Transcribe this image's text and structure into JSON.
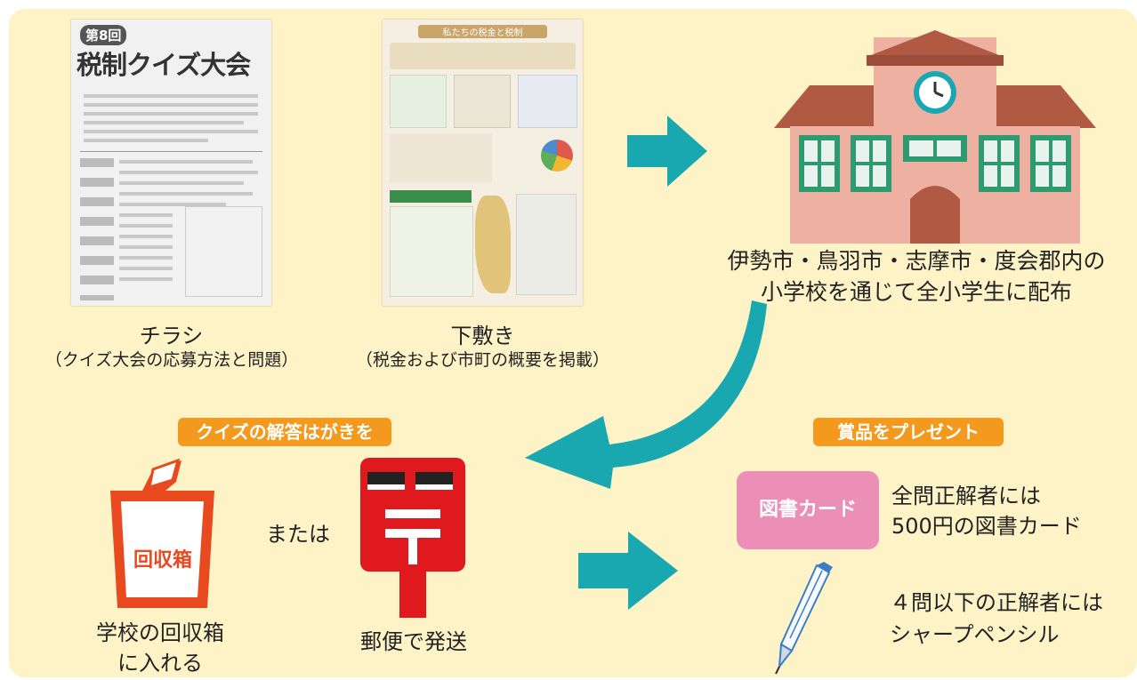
{
  "flyer": {
    "number_badge": "第8回",
    "title": "税制クイズ大会",
    "caption": "チラシ",
    "subcaption": "（クイズ大会の応募方法と問題）"
  },
  "shitajiki": {
    "title": "私たちの税金と税制",
    "caption": "下敷き",
    "subcaption": "（税金および市町の概要を掲載）"
  },
  "school": {
    "caption_line1": "伊勢市・鳥羽市・志摩市・度会郡内の",
    "caption_line2": "小学校を通じて全小学生に配布"
  },
  "answer_section": {
    "badge": "クイズの解答はがきを",
    "box_label": "回収箱",
    "box_caption_line1": "学校の回収箱",
    "box_caption_line2": "に入れる",
    "or_text": "または",
    "post_caption": "郵便で発送"
  },
  "prize_section": {
    "badge": "賞品をプレゼント",
    "card_label": "図書カード",
    "card_text_line1": "全問正解者には",
    "card_text_line2": "500円の図書カード",
    "pencil_text_line1": "４問以下の正解者には",
    "pencil_text_line2": "シャープペンシル"
  },
  "colors": {
    "background": "#fef3c7",
    "arrow": "#1aa8b0",
    "badge": "#f39a1e",
    "school_wall": "#eeb1a1",
    "school_roof": "#b05a44",
    "window": "#2e9a70",
    "post_red": "#e0191f",
    "card_pink": "#ec8fb6"
  }
}
